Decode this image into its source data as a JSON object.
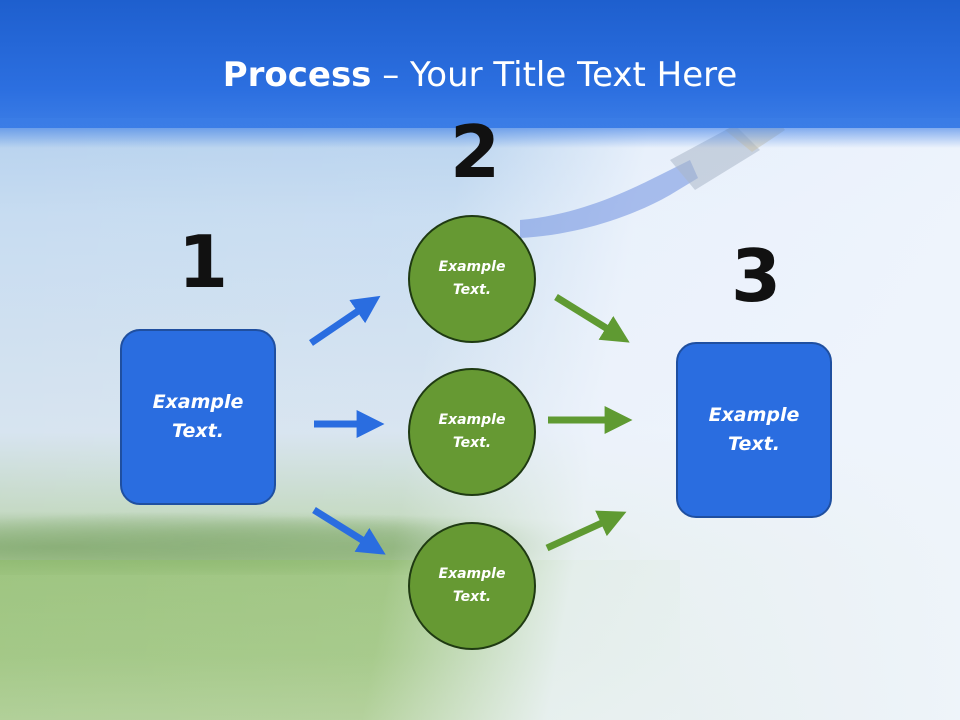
{
  "header": {
    "title_bold": "Process",
    "title_rest": " – Your Title Text Here"
  },
  "steps": {
    "num1": "1",
    "num2": "2",
    "num3": "3"
  },
  "left_box": {
    "line1": "Example",
    "line2": "Text."
  },
  "circles": [
    {
      "line1": "Example",
      "line2": "Text."
    },
    {
      "line1": "Example",
      "line2": "Text."
    },
    {
      "line1": "Example",
      "line2": "Text."
    }
  ],
  "right_box": {
    "line1": "Example",
    "line2": "Text."
  },
  "colors": {
    "header_blue": "#2c6fe0",
    "box_blue": "#2a6de0",
    "circle_green": "#669933",
    "arrow_blue": "#2a6de0",
    "arrow_green": "#5f9a32"
  }
}
